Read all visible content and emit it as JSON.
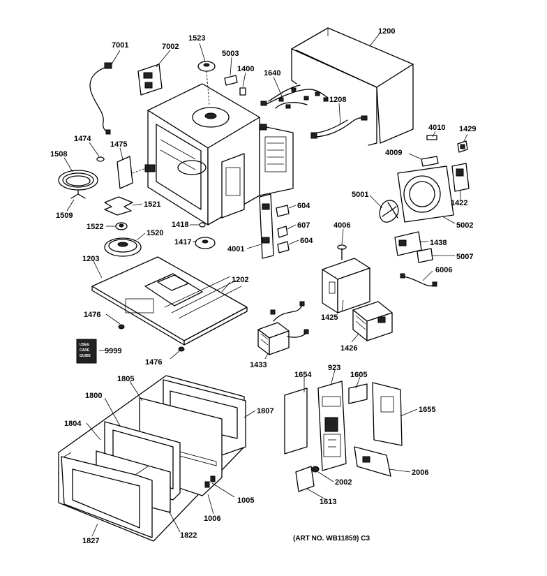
{
  "parts": [
    {
      "id": "p7001",
      "num": "7001"
    },
    {
      "id": "p7002",
      "num": "7002"
    },
    {
      "id": "p1523",
      "num": "1523"
    },
    {
      "id": "p5003",
      "num": "5003"
    },
    {
      "id": "p1400",
      "num": "1400"
    },
    {
      "id": "p1640",
      "num": "1640"
    },
    {
      "id": "p1200",
      "num": "1200"
    },
    {
      "id": "p1208",
      "num": "1208"
    },
    {
      "id": "p4010",
      "num": "4010"
    },
    {
      "id": "p1429",
      "num": "1429"
    },
    {
      "id": "p4009",
      "num": "4009"
    },
    {
      "id": "p1474",
      "num": "1474"
    },
    {
      "id": "p1475",
      "num": "1475"
    },
    {
      "id": "p1508",
      "num": "1508"
    },
    {
      "id": "p1509",
      "num": "1509"
    },
    {
      "id": "p1521",
      "num": "1521"
    },
    {
      "id": "p1522",
      "num": "1522"
    },
    {
      "id": "p1520",
      "num": "1520"
    },
    {
      "id": "p1418",
      "num": "1418"
    },
    {
      "id": "p1417",
      "num": "1417"
    },
    {
      "id": "p4001",
      "num": "4001"
    },
    {
      "id": "p604a",
      "num": "604"
    },
    {
      "id": "p607",
      "num": "607"
    },
    {
      "id": "p604b",
      "num": "604"
    },
    {
      "id": "p4006",
      "num": "4006"
    },
    {
      "id": "p5001",
      "num": "5001"
    },
    {
      "id": "p5002",
      "num": "5002"
    },
    {
      "id": "p1422",
      "num": "1422"
    },
    {
      "id": "p1438",
      "num": "1438"
    },
    {
      "id": "p5007",
      "num": "5007"
    },
    {
      "id": "p6006",
      "num": "6006"
    },
    {
      "id": "p1203",
      "num": "1203"
    },
    {
      "id": "p1202",
      "num": "1202"
    },
    {
      "id": "p1476a",
      "num": "1476"
    },
    {
      "id": "p1476b",
      "num": "1476"
    },
    {
      "id": "p9999",
      "num": "9999"
    },
    {
      "id": "p1425",
      "num": "1425"
    },
    {
      "id": "p1426",
      "num": "1426"
    },
    {
      "id": "p1433",
      "num": "1433"
    },
    {
      "id": "p1805",
      "num": "1805"
    },
    {
      "id": "p1800",
      "num": "1800"
    },
    {
      "id": "p1804",
      "num": "1804"
    },
    {
      "id": "p1807",
      "num": "1807"
    },
    {
      "id": "p1005",
      "num": "1005"
    },
    {
      "id": "p1006",
      "num": "1006"
    },
    {
      "id": "p1822",
      "num": "1822"
    },
    {
      "id": "p1827",
      "num": "1827"
    },
    {
      "id": "p1654",
      "num": "1654"
    },
    {
      "id": "p923",
      "num": "923"
    },
    {
      "id": "p1605",
      "num": "1605"
    },
    {
      "id": "p1655",
      "num": "1655"
    },
    {
      "id": "p2006",
      "num": "2006"
    },
    {
      "id": "p2002",
      "num": "2002"
    },
    {
      "id": "p1613",
      "num": "1613"
    }
  ],
  "booklet": {
    "line1": "USE&",
    "line2": "CARE",
    "line3": "GUIDE"
  },
  "art_number": "(ART NO. WB11859) C3"
}
